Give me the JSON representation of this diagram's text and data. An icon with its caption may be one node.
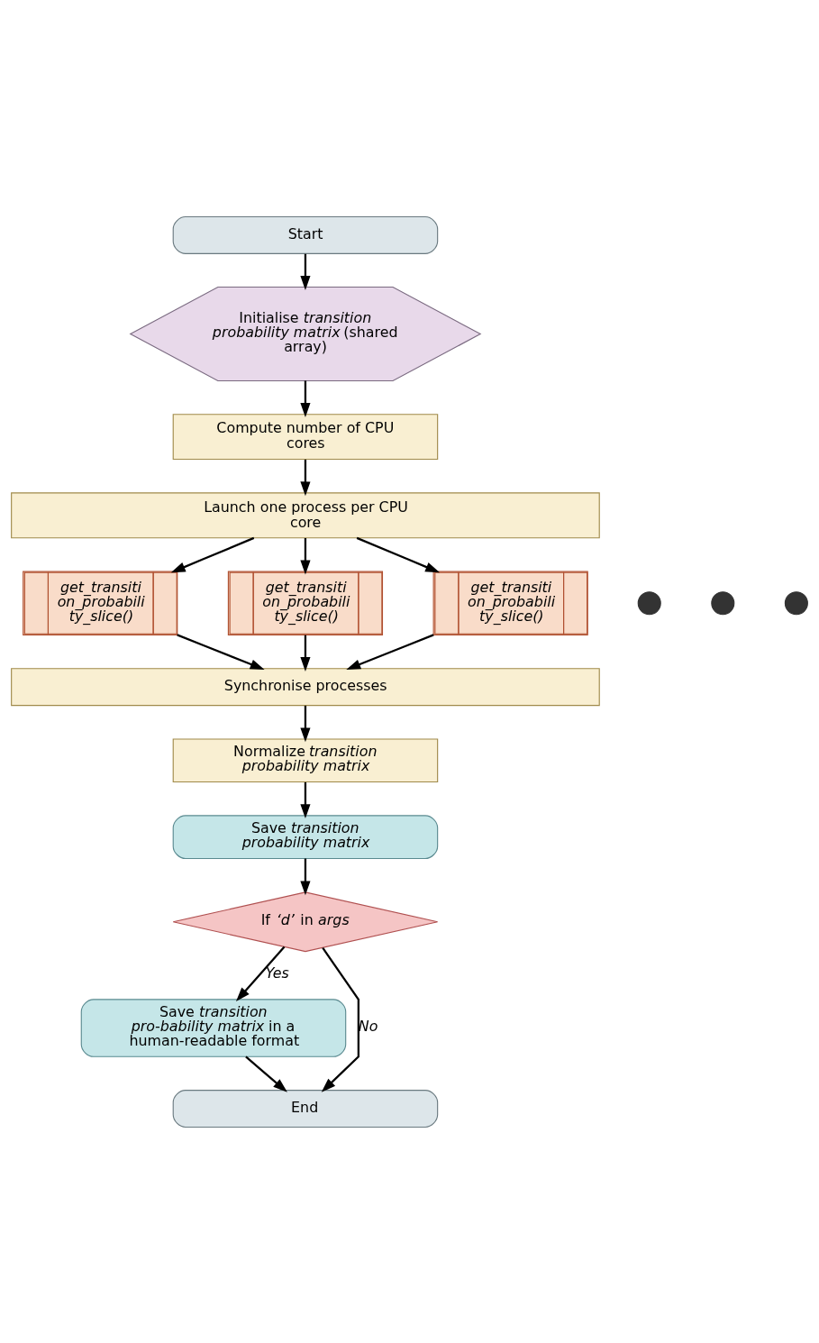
{
  "diagram": {
    "nodes": [
      {
        "text": [
          "Start"
        ]
      },
      {
        "text": [
          "Initialise *transition probability matrix* (shared array)"
        ]
      },
      {
        "text": [
          "Compute number of CPU cores"
        ]
      },
      {
        "text": [
          "Launch one process per CPU core"
        ]
      },
      {
        "text": [
          "*get_transition_probability_slice()*"
        ]
      },
      {
        "text": [
          "*get_transition_probability_slice()*"
        ]
      },
      {
        "text": [
          "*get_transition_probability_slice()*"
        ]
      },
      {
        "text": [],
        "shape": "circle"
      },
      {
        "text": [],
        "shape": "circle"
      },
      {
        "text": [],
        "shape": "circle"
      },
      {
        "text": [
          "Synchronise processes"
        ]
      },
      {
        "text": [
          "Normalize *transition probability matrix*"
        ]
      },
      {
        "text": [
          "Save *transition probability matrix*"
        ]
      },
      {
        "text": [
          "If *‘d’* in *args*"
        ]
      },
      {
        "text": [
          "Save *transition pro-bability matrix* in a human-readable format"
        ]
      },
      {
        "text": [
          "End"
        ]
      }
    ],
    "edges": [
      {
        "from": 0,
        "to": 1,
        "arrow": "to"
      },
      {
        "from": 1,
        "to": 2,
        "arrow": "to"
      },
      {
        "from": 2,
        "to": 3,
        "arrow": "to"
      },
      {
        "from": 3,
        "to": 4,
        "arrow": "to"
      },
      {
        "from": 3,
        "to": 5,
        "arrow": "to"
      },
      {
        "from": 3,
        "to": 6,
        "arrow": "to"
      },
      {
        "from": 4,
        "to": 10,
        "arrow": "to"
      },
      {
        "from": 5,
        "to": 10,
        "arrow": "to"
      },
      {
        "from": 6,
        "to": 10,
        "arrow": "to"
      },
      {
        "from": 10,
        "to": 11,
        "arrow": "to"
      },
      {
        "from": 11,
        "to": 12,
        "arrow": "to"
      },
      {
        "from": 12,
        "to": 13,
        "arrow": "to"
      },
      {
        "from": 13,
        "to": 14,
        "arrow": "to",
        "label": "Yes"
      },
      {
        "from": 13,
        "to": 15,
        "arrow": "to",
        "label": "No"
      },
      {
        "from": 14,
        "to": 15,
        "arrow": "to"
      }
    ]
  }
}
